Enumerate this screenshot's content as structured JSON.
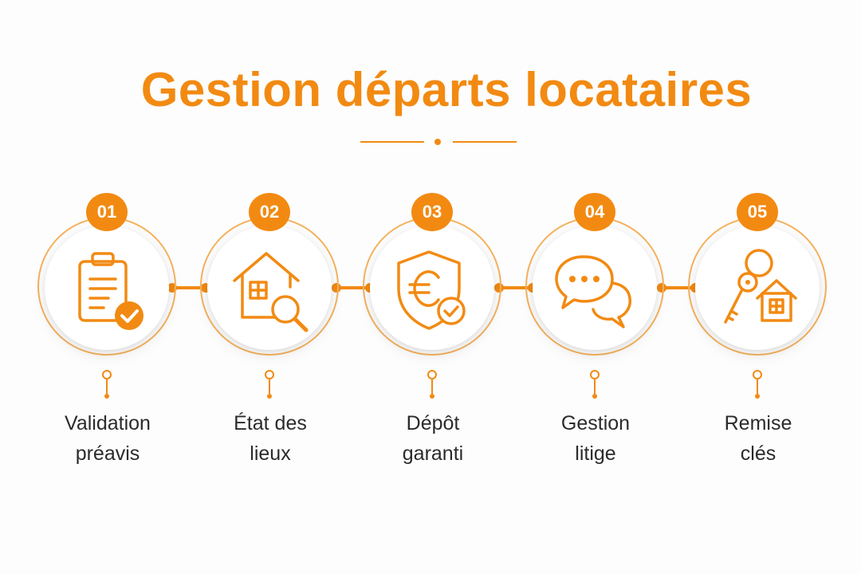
{
  "title": "Gestion départs locataires",
  "colors": {
    "accent": "#f28a12",
    "ring": "#f5b25e",
    "text": "#2b2b2b"
  },
  "steps": [
    {
      "number": "01",
      "icon": "clipboard-check-icon",
      "label_line1": "Validation",
      "label_line2": "préavis"
    },
    {
      "number": "02",
      "icon": "house-magnifier-icon",
      "label_line1": "État des",
      "label_line2": "lieux"
    },
    {
      "number": "03",
      "icon": "shield-euro-check-icon",
      "label_line1": "Dépôt",
      "label_line2": "garanti"
    },
    {
      "number": "04",
      "icon": "chat-bubbles-icon",
      "label_line1": "Gestion",
      "label_line2": "litige"
    },
    {
      "number": "05",
      "icon": "key-house-icon",
      "label_line1": "Remise",
      "label_line2": "clés"
    }
  ]
}
